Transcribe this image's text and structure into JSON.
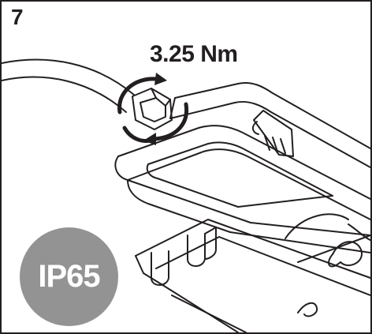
{
  "step": {
    "number": "7"
  },
  "torque": {
    "label": "3.25 Nm"
  },
  "badge": {
    "text": "IP65",
    "color": "#939393"
  },
  "colors": {
    "line": "#231f20",
    "background": "#ffffff"
  }
}
